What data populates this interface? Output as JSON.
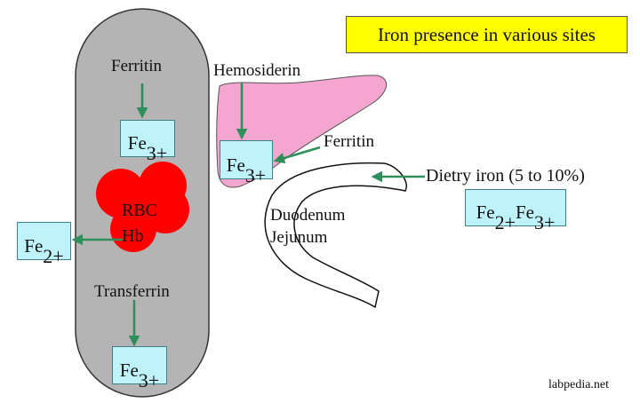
{
  "title": "Iron presence in various sites",
  "credit": "labpedia.net",
  "labels": {
    "ferritin_top": "Ferritin",
    "hemosiderin": "Hemosiderin",
    "ferritin_liver": "Ferritin",
    "rbc": "RBC",
    "hb": "Hb",
    "transferrin": "Transferrin",
    "duodenum": "Duodenum",
    "jejunum": "Jejunum",
    "dietary_iron": "Dietry iron (5 to 10%)"
  },
  "boxes": {
    "ferritin_fe": {
      "base": "Fe",
      "charge": "3+"
    },
    "liver_fe": {
      "base": "Fe",
      "charge": "3+"
    },
    "hb_fe": {
      "base": "Fe",
      "charge": "2+"
    },
    "transferrin_fe": {
      "base": "Fe",
      "charge": "3+"
    },
    "diet_fe2": {
      "base": "Fe",
      "charge": "2+"
    },
    "diet_fe3": {
      "base": "Fe",
      "charge": "3+"
    }
  },
  "colors": {
    "blood_vessel": "#b4b4b4",
    "liver": "#f4a6d0",
    "rbc": "#ff0000",
    "arrow": "#2f8f5a",
    "box_fill": "#bff3fb",
    "title_fill": "#ffff00"
  }
}
